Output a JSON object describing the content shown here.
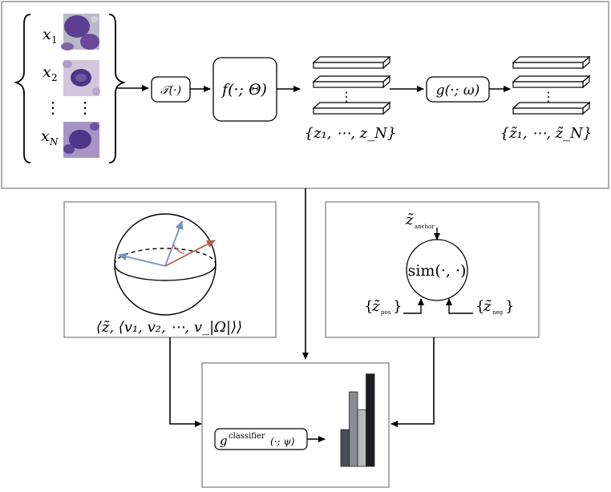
{
  "inputs": [
    {
      "var": "x",
      "sub": "1"
    },
    {
      "var": "x",
      "sub": "2"
    },
    {
      "var": "x",
      "sub": "N"
    }
  ],
  "dots": "⋮",
  "transform_label": "𝒯(·)",
  "encoder_label": "f(·; Θ)",
  "embeddings_label": "{z₁, ⋯, z_N}",
  "projector_label": "g(·; ω)",
  "projections_label": "{z̃₁, ⋯, z̃_N}",
  "prototype_label": "⟨z̃, ⟨v₁, v₂, ⋯, v_|Ω|⟩⟩",
  "contrastive": {
    "anchor_sub": "anchor",
    "sim_label": "sim(·, ·)",
    "pos_sub": "pos",
    "neg_sub": "neg"
  },
  "classifier": {
    "base": "g",
    "sup": "classifier",
    "args": "(·; ψ)"
  },
  "bar_chart": {
    "values": [
      0.37,
      0.75,
      0.57,
      0.93
    ],
    "colors": [
      "#4a4d54",
      "#8a8c92",
      "#b9babd",
      "#1e1f22"
    ]
  },
  "colors": {
    "blue_arrow": "#7393bd",
    "red_arrow": "#b65a4f",
    "cell_purple": "#5b3d94",
    "cell_bg": "#c9b9d6"
  }
}
